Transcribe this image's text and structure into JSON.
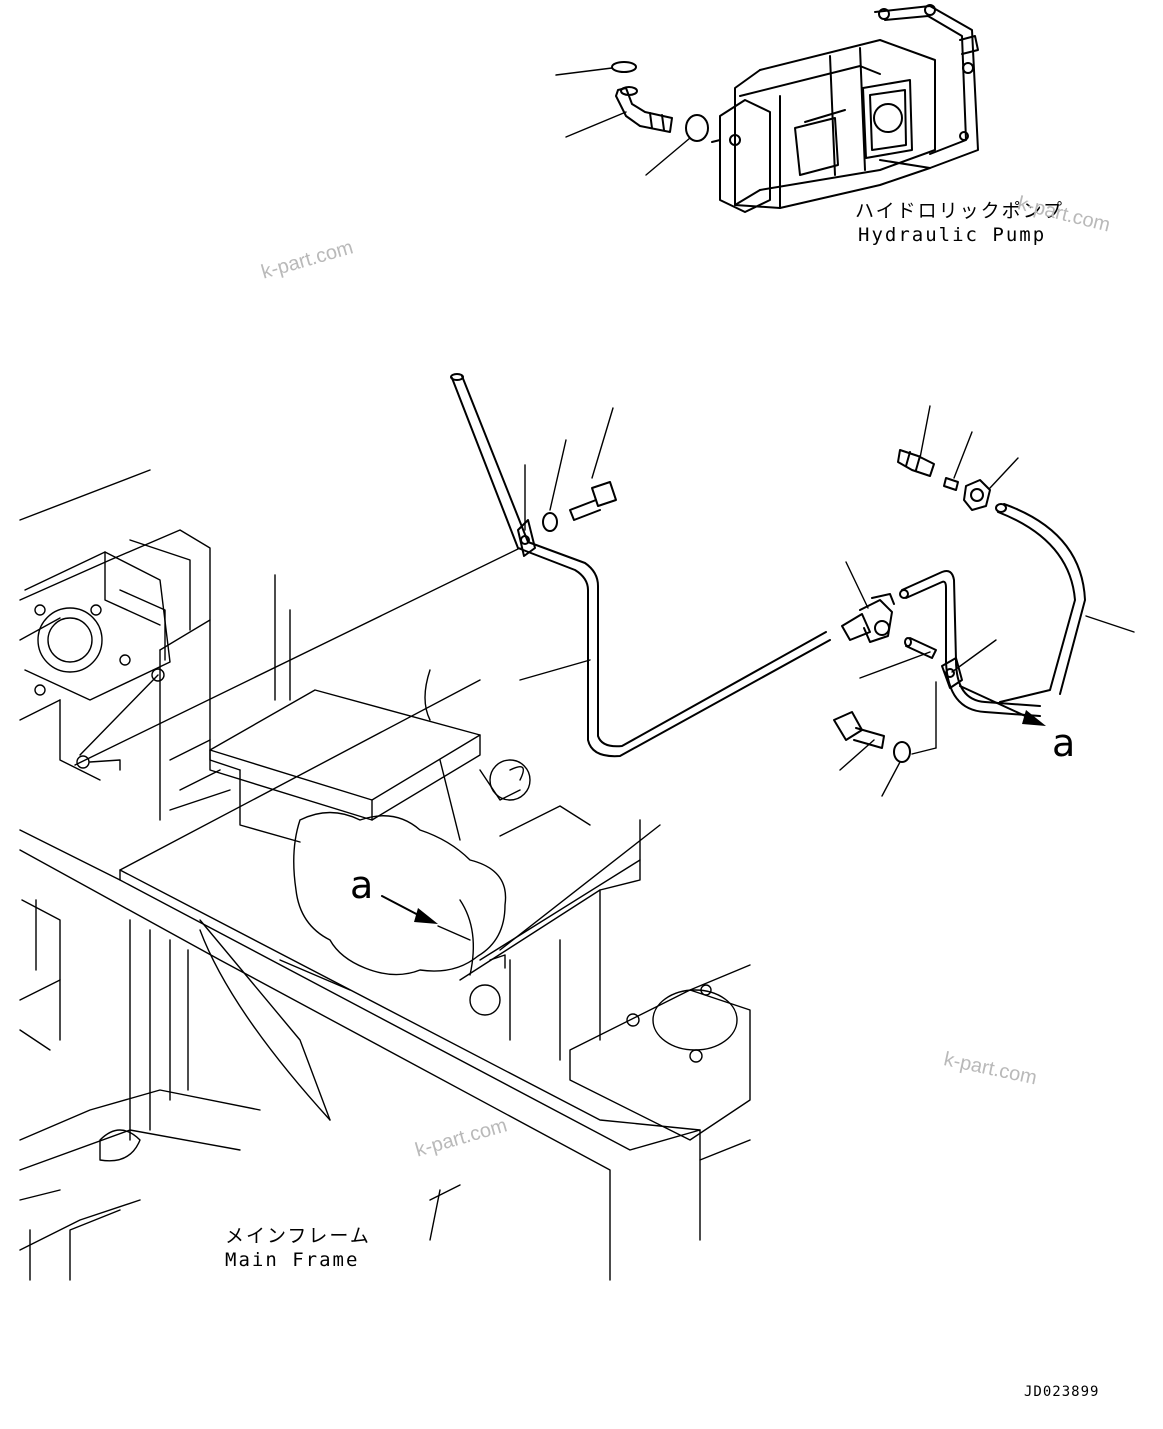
{
  "labels": {
    "pump_jp": "ハイドロリックポンプ",
    "pump_en": "Hydraulic Pump",
    "frame_jp": "メインフレーム",
    "frame_en": "Main Frame",
    "ref_mark_top": "a",
    "ref_mark_bottom": "a",
    "drawing_code": "JD023899"
  },
  "watermarks": [
    "k-part.com",
    "k-part.com",
    "k-part.com",
    "k-part.com"
  ],
  "icons": [
    "hydraulic-pump",
    "elbow-fitting",
    "o-ring",
    "tube",
    "clamp",
    "bolt",
    "washer",
    "connector",
    "tee-fitting",
    "nut",
    "main-frame"
  ]
}
